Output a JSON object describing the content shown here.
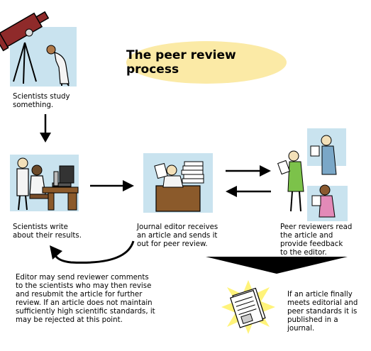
{
  "title": "The peer review process",
  "steps": {
    "study": "Scientists study\nsomething.",
    "write": "Scientists write\nabout their results.",
    "editor": "Journal editor receives\nan article and sends it\nout for peer review.",
    "reviewers": "Peer reviewers read\nthe article and\nprovide feedback\nto the editor.",
    "revise": "Editor may send reviewer comments\nto the scientists who may then revise\nand resubmit the article for further\nreview.  If an article does not maintain\nsufficiently high scientific standards, it\nmay be rejected at this point.",
    "published": "If an article finally\nmeets editorial and\npeer standards it is\npublished in a\njournal."
  },
  "colors": {
    "panel": "#c9e3ef",
    "title_ellipse": "#fbeaa6",
    "telescope": "#8f2a2a",
    "reviewer_green": "#7cc24a",
    "reviewer_blue": "#7aa7c7",
    "reviewer_pink": "#e38ab8",
    "burst": "#fff37a"
  },
  "icons": [
    "telescope-icon",
    "scientists-at-computer-icon",
    "editor-with-papers-icon",
    "peer-reviewers-icon",
    "journal-icon"
  ]
}
